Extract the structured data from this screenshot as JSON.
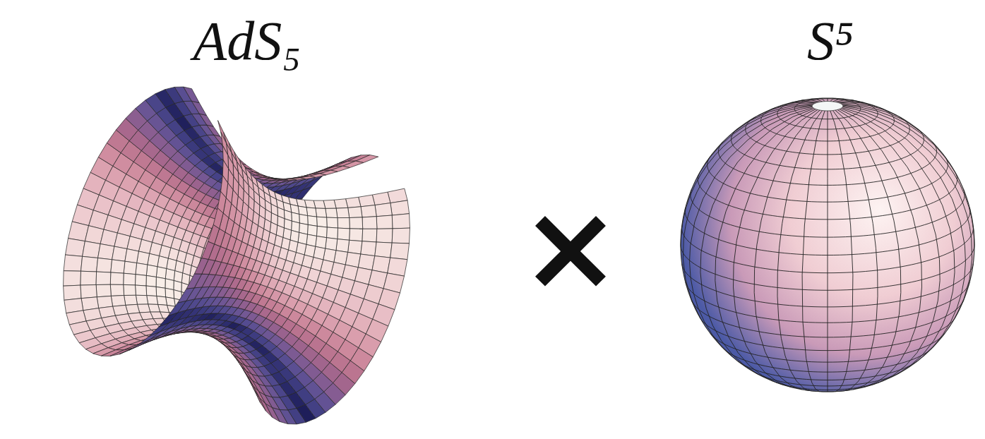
{
  "diagram": {
    "labels": [
      "AdS₅",
      "×",
      "S⁵"
    ]
  }
}
